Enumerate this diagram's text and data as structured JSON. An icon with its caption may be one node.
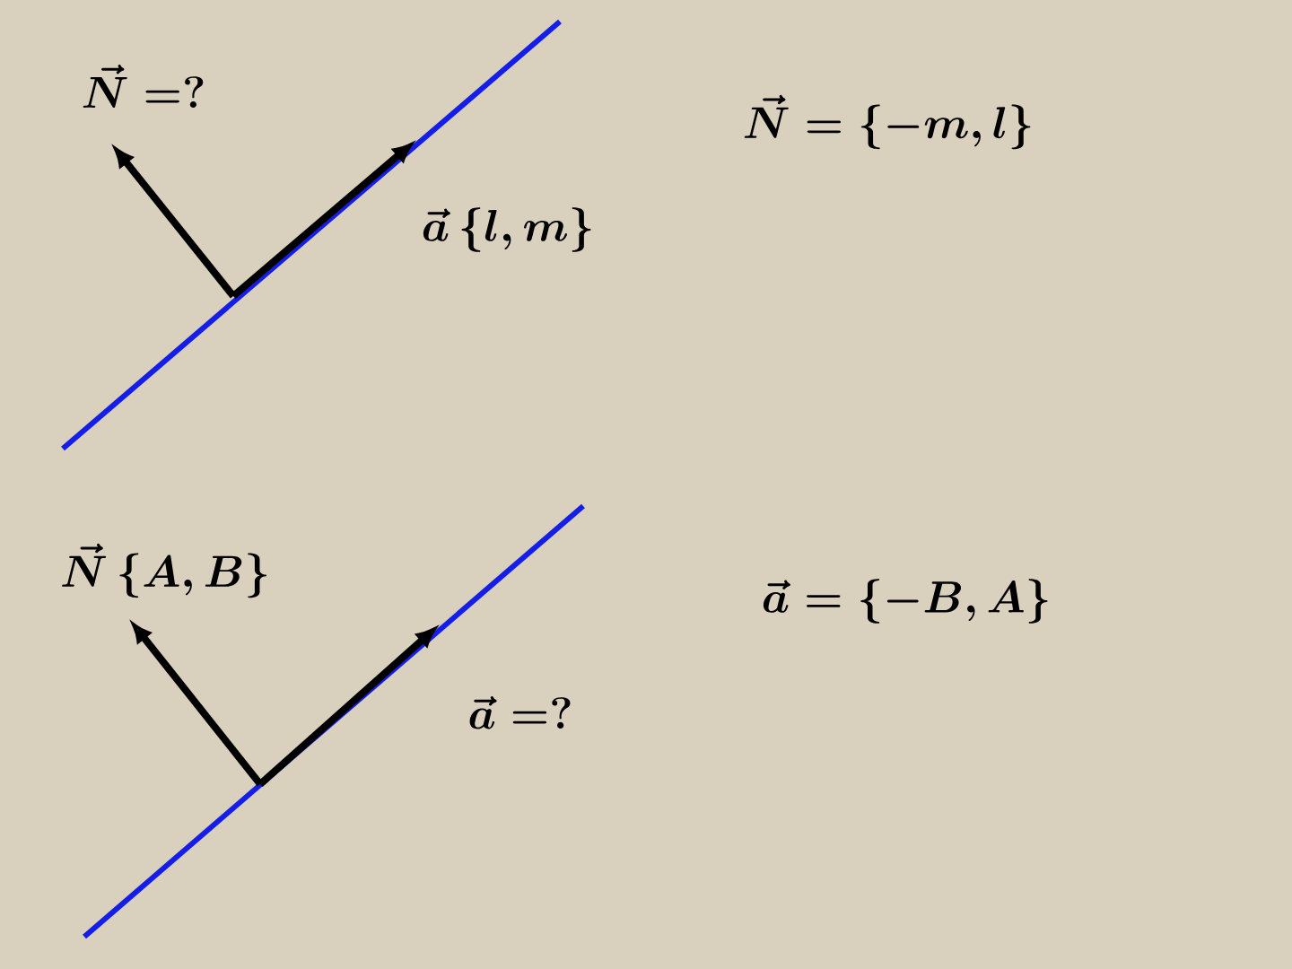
{
  "diagram": {
    "labels": [
      "\\vec{N}=?",
      "\\vec{N}=\\left\\{-m,l\\right\\}",
      "\\vec{a}\\left\\{l,m\\right\\}",
      "\\vec{N}\\left\\{A,B\\right\\}",
      "\\vec{a}=\\left\\{-B,A\\right\\}",
      "\\vec{a}=?"
    ]
  }
}
